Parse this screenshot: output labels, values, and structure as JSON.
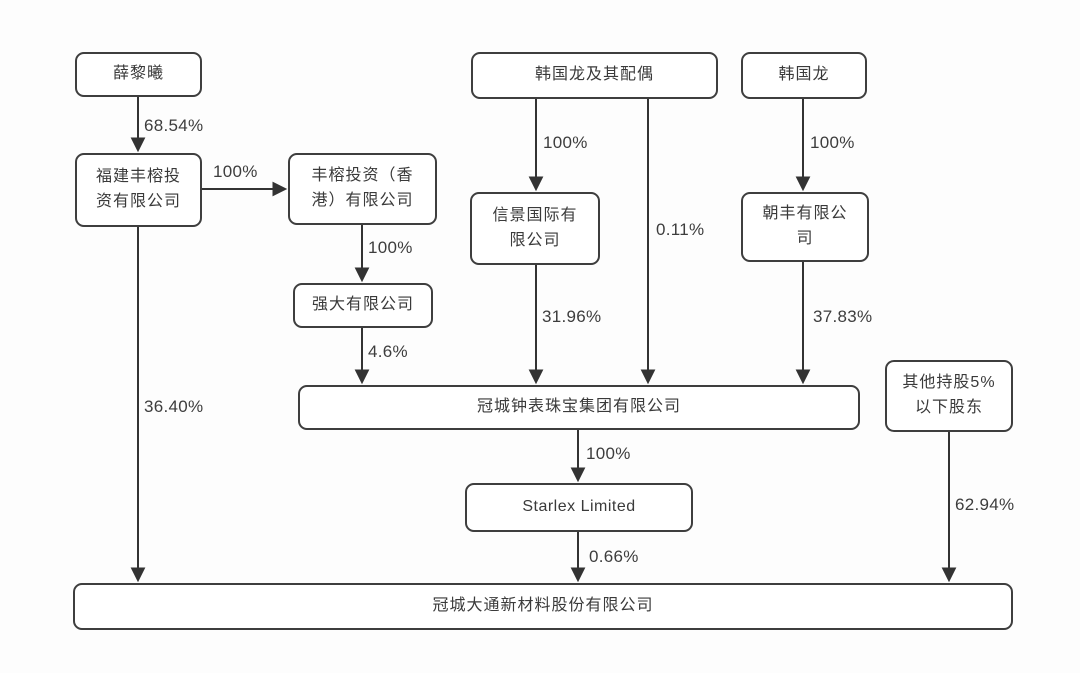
{
  "nodes": {
    "xue_lixi": {
      "label": "薛黎曦"
    },
    "han_and_spouse": {
      "label": "韩国龙及其配偶"
    },
    "han_guolong": {
      "label": "韩国龙"
    },
    "fujian_fengrong": {
      "label": "福建丰榕投资有限公司"
    },
    "fengrong_hk": {
      "label": "丰榕投资（香港）有限公司"
    },
    "xinjing": {
      "label": "信景国际有限公司"
    },
    "chaofeng": {
      "label": "朝丰有限公司"
    },
    "qiangda": {
      "label": "强大有限公司"
    },
    "guancheng_watch": {
      "label": "冠城钟表珠宝集团有限公司"
    },
    "other_holders": {
      "label": "其他持股5%以下股东"
    },
    "starlex": {
      "label": "Starlex Limited"
    },
    "guancheng_datong": {
      "label": "冠城大通新材料股份有限公司"
    }
  },
  "edges": {
    "xue_to_fujian": {
      "label": "68.54%"
    },
    "fujian_to_hk": {
      "label": "100%"
    },
    "hk_to_qiangda": {
      "label": "100%"
    },
    "qiangda_to_watch": {
      "label": "4.6%"
    },
    "hanspouse_to_xinjing": {
      "label": "100%"
    },
    "xinjing_to_watch": {
      "label": "31.96%"
    },
    "hanspouse_to_watch": {
      "label": "0.11%"
    },
    "han_to_chaofeng": {
      "label": "100%"
    },
    "chaofeng_to_watch": {
      "label": "37.83%"
    },
    "watch_to_starlex": {
      "label": "100%"
    },
    "starlex_to_datong": {
      "label": "0.66%"
    },
    "fujian_to_datong": {
      "label": "36.40%"
    },
    "other_to_datong": {
      "label": "62.94%"
    }
  },
  "colors": {
    "box_border": "#3e3e3e",
    "box_fill": "#ffffff",
    "text": "#3a3a3a",
    "arrow": "#333333",
    "background": "#fdfdfd"
  }
}
